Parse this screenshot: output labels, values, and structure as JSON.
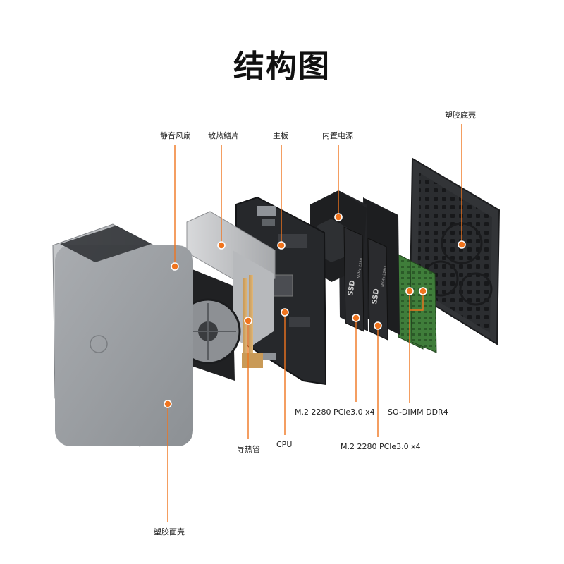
{
  "title": "结构图",
  "accent_color": "#f0741e",
  "labels": {
    "fan": "静音风扇",
    "heatsink": "散热鳍片",
    "mainboard": "主板",
    "psu": "内置电源",
    "bottom_shell": "塑胶底壳",
    "m2_a": "M.2 2280 PCle3.0 x4",
    "m2_b": "M.2 2280 PCle3.0 x4",
    "sodimm": "SO-DIMM DDR4",
    "heatpipe": "导热管",
    "cpu": "CPU",
    "front_shell": "塑胶面壳"
  },
  "ssd_text": {
    "brand": "SSD",
    "model": "NVMe 2280"
  }
}
